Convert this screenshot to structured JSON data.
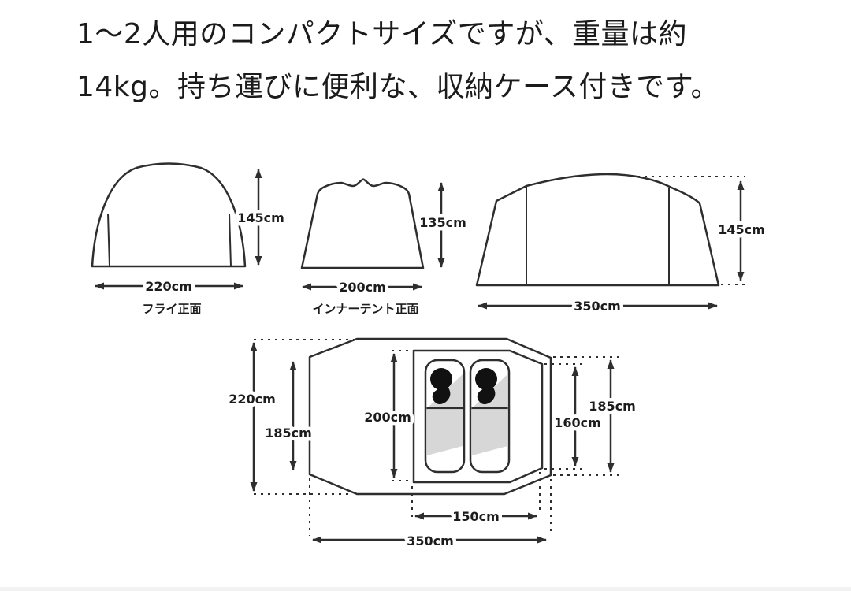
{
  "description": {
    "line1": "1〜2人用のコンパクトサイズですが、重量は約",
    "line2": "14kg。持ち運びに便利な、収納ケース付きです。"
  },
  "diagrams": {
    "fly_front": {
      "caption": "フライ正面",
      "height_label": "145cm",
      "width_label": "220cm"
    },
    "inner_front": {
      "caption": "インナーテント正面",
      "height_label": "135cm",
      "width_label": "200cm"
    },
    "side_view": {
      "height_label": "145cm",
      "length_label": "350cm"
    },
    "floor_plan": {
      "total_depth_label": "220cm",
      "left_wall_label": "185cm",
      "inner_depth_label": "200cm",
      "inner_width_label": "150cm",
      "inner_end_label": "160cm",
      "right_wall_label": "185cm",
      "total_length_label": "350cm"
    }
  },
  "colors": {
    "line": "#2e2e2e",
    "shade_gray": "#d7d7d7",
    "footer_bar": "#f2f2f4",
    "text": "#1b1b1b"
  }
}
